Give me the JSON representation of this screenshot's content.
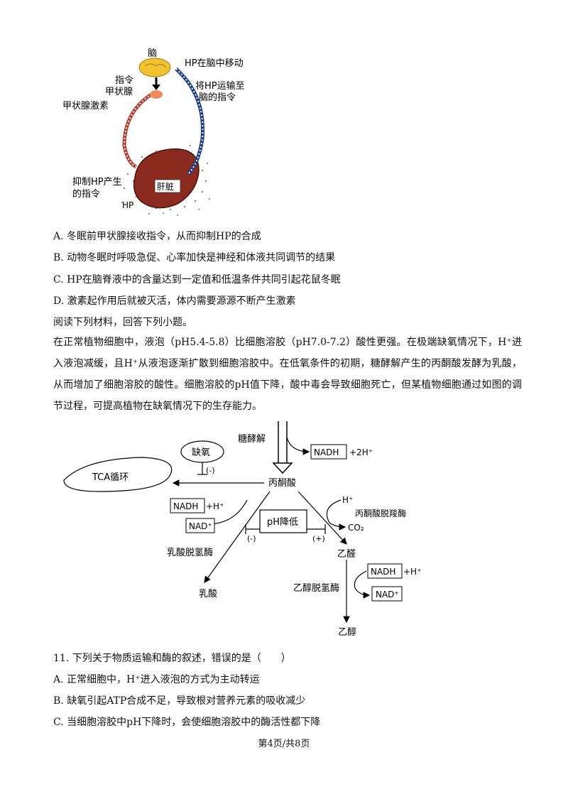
{
  "figure1": {
    "brain": "脑",
    "hp_moves_in_brain": "HP在脑中移动",
    "command": "指令",
    "transport_line1": "将HP运输至",
    "transport_line2": "脑的指令",
    "thyroid": "甲状腺",
    "thyroid_hormone": "甲状腺激素",
    "inhibit_line1": "抑制HP产生",
    "inhibit_line2": "的指令",
    "liver": "肝脏",
    "hp": "HP"
  },
  "question10_options": [
    "A. 冬眠前甲状腺接收指令，从而抑制HP的合成",
    "B. 动物冬眠时呼吸急促、心率加快是神经和体液共同调节的结果",
    "C. HP在脑脊液中的含量达到一定值和低温条件共同引起花鼠冬眠",
    "D. 激素起作用后就被灭活，体内需要源源不断产生激素"
  ],
  "material_intro": "阅读下列材料，回答下列小题。",
  "material_text": "在正常植物细胞中，液泡（pH5.4-5.8）比细胞溶胶（pH7.0-7.2）酸性更强。在极端缺氧情况下，H⁺进入液泡减缓，且H⁺从液泡逐渐扩散到细胞溶胶中。在低氧条件的初期，糖酵解产生的丙酮酸发酵为乳酸，从而增加了细胞溶胶的酸性。细胞溶胶的pH值下降，酸中毒会导致细胞死亡，但某植物细胞通过如图的调节过程，可提高植物在缺氧情况下的生存能力。",
  "figure2": {
    "glycolysis": "糖酵解",
    "nadh_2h": "+2H⁺",
    "nadh": "NADH",
    "hypoxia": "缺氧",
    "minus": "(-)",
    "plus": "(+)",
    "tca": "TCA循环",
    "pyruvate": "丙酮酸",
    "h_plus": "+H⁺",
    "h_plus_alone": "H⁺",
    "nad": "NAD⁺",
    "ph_low": "pH降低",
    "pyruvate_decarboxylase": "丙酮酸脱羧酶",
    "co2": "CO₂",
    "lactate_dh": "乳酸脱氢酶",
    "acetaldehyde": "乙醛",
    "lactate": "乳酸",
    "alcohol_dh": "乙醇脱氢酶",
    "ethanol": "乙醇"
  },
  "question11": {
    "stem": "11. 下列关于物质运输和酶的叙述，错误的是（　　）",
    "options": [
      "A. 正常细胞中，H⁺进入液泡的方式为主动转运",
      "B. 缺氧引起ATP合成不足，导致根对营养元素的吸收减少",
      "C. 当细胞溶胶中pH下降时，会使细胞溶胶中的酶活性都下降"
    ]
  },
  "footer": "第4页/共8页"
}
